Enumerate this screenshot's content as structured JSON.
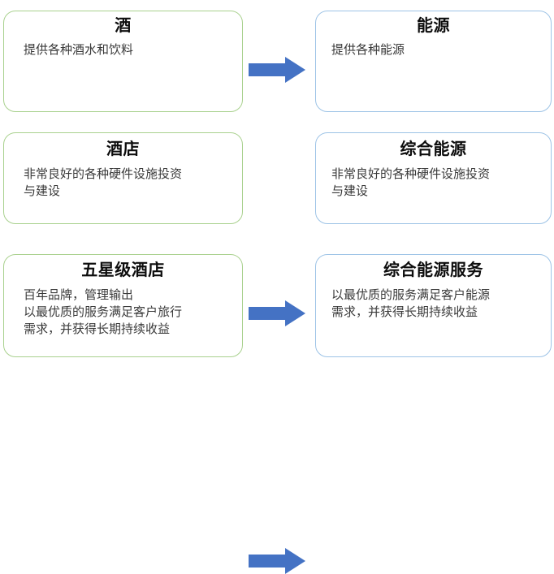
{
  "theme": {
    "background": "#ffffff",
    "left_border_color": "#a9d18e",
    "right_border_color": "#9dc3e6",
    "arrow_color": "#4472c4",
    "title_color": "#0d0d0d",
    "body_color": "#3a3a3a"
  },
  "diagram": {
    "type": "mapping",
    "rows": [
      {
        "left": {
          "title": "酒",
          "body": "提供各种酒水和饮料"
        },
        "arrow": {
          "icon": "right-arrow-icon",
          "direction": "right"
        },
        "right": {
          "title": "能源",
          "body": "提供各种能源"
        }
      },
      {
        "left": {
          "title": "酒店",
          "body": "非常良好的各种硬件设施投资\n与建设"
        },
        "arrow": {
          "icon": "right-arrow-icon",
          "direction": "right"
        },
        "right": {
          "title": "综合能源",
          "body": "非常良好的各种硬件设施投资\n与建设"
        }
      },
      {
        "left": {
          "title": "五星级酒店",
          "body": "百年品牌，管理输出\n以最优质的服务满足客户旅行\n需求，并获得长期持续收益"
        },
        "arrow": {
          "icon": "right-arrow-icon",
          "direction": "right"
        },
        "right": {
          "title": "综合能源服务",
          "body": "以最优质的服务满足客户能源\n需求，并获得长期持续收益"
        }
      }
    ]
  }
}
